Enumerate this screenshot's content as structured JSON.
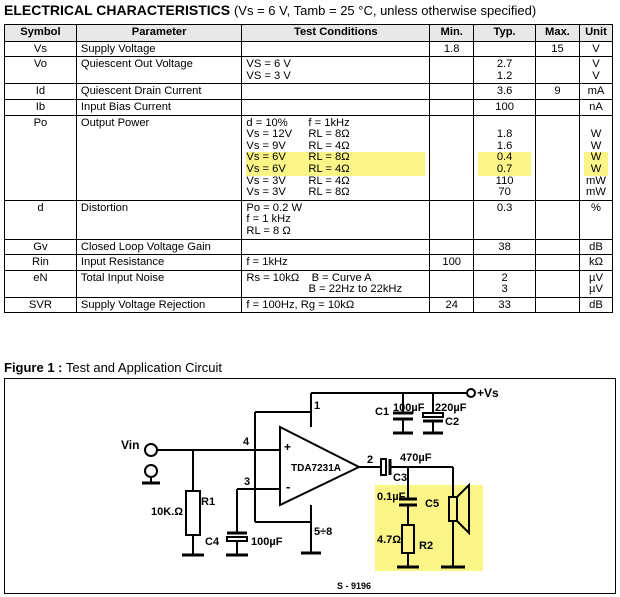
{
  "heading": {
    "title": "ELECTRICAL CHARACTERISTICS",
    "conditions": "(Vs = 6 V,  Tamb = 25 °C,  unless otherwise specified)"
  },
  "table": {
    "headers": [
      "Symbol",
      "Parameter",
      "Test Conditions",
      "Min.",
      "Typ.",
      "Max.",
      "Unit"
    ],
    "rows": [
      {
        "symbol": "Vs",
        "parameter": "Supply Voltage",
        "conditions": [
          ""
        ],
        "min": [
          "1.8"
        ],
        "typ": [
          ""
        ],
        "max": [
          "15"
        ],
        "unit": [
          "V"
        ]
      },
      {
        "symbol": "Vo",
        "parameter": "Quiescent Out Voltage",
        "conditions": [
          "VS = 6 V",
          "VS = 3 V"
        ],
        "min": [
          ""
        ],
        "typ": [
          "2.7",
          "1.2"
        ],
        "max": [
          ""
        ],
        "unit": [
          "V",
          "V"
        ]
      },
      {
        "symbol": "Id",
        "parameter": "Quiescent Drain Current",
        "conditions": [
          ""
        ],
        "min": [
          ""
        ],
        "typ": [
          "3.6"
        ],
        "max": [
          "9"
        ],
        "unit": [
          "mA"
        ]
      },
      {
        "symbol": "Ib",
        "parameter": "Input Bias Current",
        "conditions": [
          ""
        ],
        "min": [
          ""
        ],
        "typ": [
          "100"
        ],
        "max": [
          ""
        ],
        "unit": [
          "nA"
        ]
      },
      {
        "symbol": "Po",
        "parameter": "Output Power",
        "conditions": [
          [
            "d = 10%",
            "f = 1kHz"
          ],
          [
            "Vs = 12V",
            "RL = 8Ω"
          ],
          [
            "Vs = 9V",
            "RL = 4Ω"
          ],
          [
            "Vs = 6V",
            "RL = 8Ω"
          ],
          [
            "Vs = 6V",
            "RL = 4Ω"
          ],
          [
            "Vs = 3V",
            "RL = 4Ω"
          ],
          [
            "Vs = 3V",
            "RL = 8Ω"
          ]
        ],
        "min": [
          ""
        ],
        "typ": [
          "",
          "1.8",
          "1.6",
          "0.4",
          "0.7",
          "110",
          "70"
        ],
        "max": [
          ""
        ],
        "unit": [
          "",
          "W",
          "W",
          "W",
          "W",
          "mW",
          "mW"
        ],
        "highlight_lines": [
          3,
          4
        ]
      },
      {
        "symbol": "d",
        "parameter": "Distortion",
        "conditions": [
          "Po = 0.2 W",
          "f = 1 kHz",
          "RL = 8 Ω"
        ],
        "min": [
          ""
        ],
        "typ": [
          "0.3"
        ],
        "max": [
          ""
        ],
        "unit": [
          "%"
        ]
      },
      {
        "symbol": "Gv",
        "parameter": "Closed Loop Voltage Gain",
        "conditions": [
          ""
        ],
        "min": [
          ""
        ],
        "typ": [
          "38"
        ],
        "max": [
          ""
        ],
        "unit": [
          "dB"
        ]
      },
      {
        "symbol": "Rin",
        "parameter": "Input Resistance",
        "conditions": [
          "f = 1kHz"
        ],
        "min": [
          "100"
        ],
        "typ": [
          ""
        ],
        "max": [
          ""
        ],
        "unit": [
          "kΩ"
        ]
      },
      {
        "symbol": "eN",
        "parameter": "Total Input Noise",
        "conditions": [
          "Rs = 10kΩ    B = Curve A",
          "                    B = 22Hz to 22kHz"
        ],
        "min": [
          ""
        ],
        "typ": [
          "2",
          "3"
        ],
        "max": [
          ""
        ],
        "unit": [
          "µV",
          "µV"
        ]
      },
      {
        "symbol": "SVR",
        "parameter": "Supply Voltage Rejection",
        "conditions": [
          "f = 100Hz, Rg = 10kΩ"
        ],
        "min": [
          "24"
        ],
        "typ": [
          "33"
        ],
        "max": [
          ""
        ],
        "unit": [
          "dB"
        ]
      }
    ]
  },
  "figure": {
    "title_bold": "Figure 1 :",
    "title_rest": " Test and Application Circuit",
    "labels": {
      "vin": "Vin",
      "vs": "+Vs",
      "ic": "TDA7231A",
      "pin1": "1",
      "pin2": "2",
      "pin3": "3",
      "pin4": "4",
      "pin58": "5÷8",
      "plus": "+",
      "minus": "-",
      "r1": "R1",
      "r1val": "10K.Ω",
      "c4": "C4",
      "c4val": "100µF",
      "c1": "C1",
      "c1val": "100µF",
      "c2val": "220µF",
      "c2": "C2",
      "c3": "C3",
      "c3val": "470µF",
      "c5val": "0.1µF",
      "c5": "C5",
      "r2val": "4.7Ω",
      "r2": "R2",
      "code": "S - 9196"
    },
    "highlight_color": "#fbf587"
  }
}
